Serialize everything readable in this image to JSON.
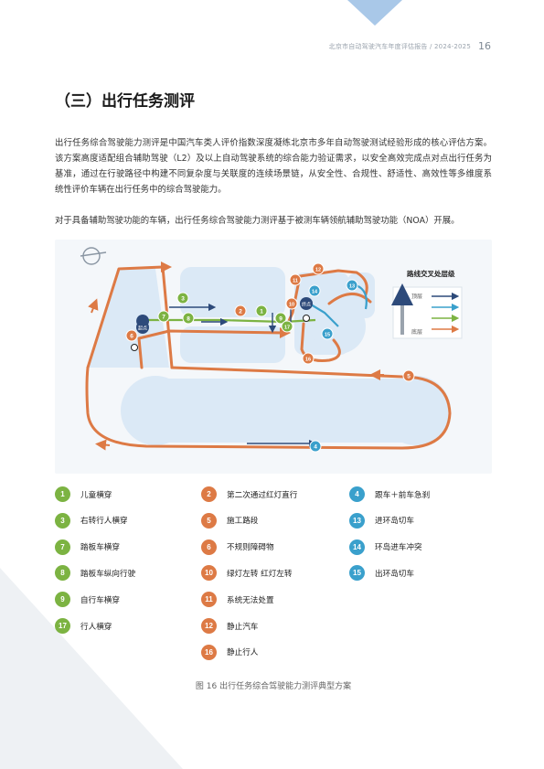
{
  "header": {
    "title": "北京市自动驾驶汽车年度评估报告 / 2024-2025",
    "page": "16"
  },
  "section_title": "（三）出行任务测评",
  "paragraphs": [
    "出行任务综合驾驶能力测评是中国汽车类人评价指数深度凝练北京市多年自动驾驶测试经验形成的核心评估方案。该方案高度适配组合辅助驾驶（L2）及以上自动驾驶系统的综合能力验证需求，以安全高效完成点对点出行任务为基准，通过在行驶路径中构建不同复杂度与关联度的连续场景链，从安全性、合规性、舒适性、高效性等多维度系统性评价车辆在出行任务中的综合驾驶能力。",
    "对于具备辅助驾驶功能的车辆，出行任务综合驾驶能力测评基于被测车辆领航辅助驾驶功能（NOA）开展。"
  ],
  "map": {
    "legend_title": "路线交叉处层级",
    "layer_top": "顶层",
    "layer_bottom": "底层",
    "start_label": "起点",
    "end_label": "终点",
    "colors": {
      "route": "#dd7a45",
      "green": "#7cb342",
      "blue": "#3aa0cc",
      "navy": "#2d4a7a",
      "road": "#dbe9f6"
    },
    "markers": [
      {
        "n": "3",
        "c": "green"
      },
      {
        "n": "7",
        "c": "green"
      },
      {
        "n": "8",
        "c": "green"
      },
      {
        "n": "2",
        "c": "orange"
      },
      {
        "n": "1",
        "c": "green"
      },
      {
        "n": "9",
        "c": "green"
      },
      {
        "n": "17",
        "c": "green"
      },
      {
        "n": "10",
        "c": "orange"
      },
      {
        "n": "11",
        "c": "orange"
      },
      {
        "n": "12",
        "c": "orange"
      },
      {
        "n": "14",
        "c": "blue"
      },
      {
        "n": "13",
        "c": "blue"
      },
      {
        "n": "15",
        "c": "blue"
      },
      {
        "n": "16",
        "c": "orange"
      },
      {
        "n": "6",
        "c": "orange"
      },
      {
        "n": "5",
        "c": "orange"
      },
      {
        "n": "4",
        "c": "blue"
      }
    ]
  },
  "legend": [
    {
      "n": "1",
      "c": "green",
      "label": "儿童横穿"
    },
    {
      "n": "3",
      "c": "green",
      "label": "右转行人横穿"
    },
    {
      "n": "7",
      "c": "green",
      "label": "踏板车横穿"
    },
    {
      "n": "8",
      "c": "green",
      "label": "踏板车纵向行驶"
    },
    {
      "n": "9",
      "c": "green",
      "label": "自行车横穿"
    },
    {
      "n": "17",
      "c": "green",
      "label": "行人横穿"
    },
    {
      "n": "2",
      "c": "orange",
      "label": "第二次通过红灯直行"
    },
    {
      "n": "5",
      "c": "orange",
      "label": "施工路段"
    },
    {
      "n": "6",
      "c": "orange",
      "label": "不规则障碍物"
    },
    {
      "n": "10",
      "c": "orange",
      "label": "绿灯左转 红灯左转"
    },
    {
      "n": "11",
      "c": "orange",
      "label": "系统无法处置"
    },
    {
      "n": "12",
      "c": "orange",
      "label": "静止汽车"
    },
    {
      "n": "16",
      "c": "orange",
      "label": "静止行人"
    },
    {
      "n": "4",
      "c": "blue",
      "label": "跟车＋前车急刹"
    },
    {
      "n": "13",
      "c": "blue",
      "label": "进环岛切车"
    },
    {
      "n": "14",
      "c": "blue",
      "label": "环岛进车冲突"
    },
    {
      "n": "15",
      "c": "blue",
      "label": "出环岛切车"
    }
  ],
  "caption": "图 16 出行任务综合驾驶能力测评典型方案"
}
